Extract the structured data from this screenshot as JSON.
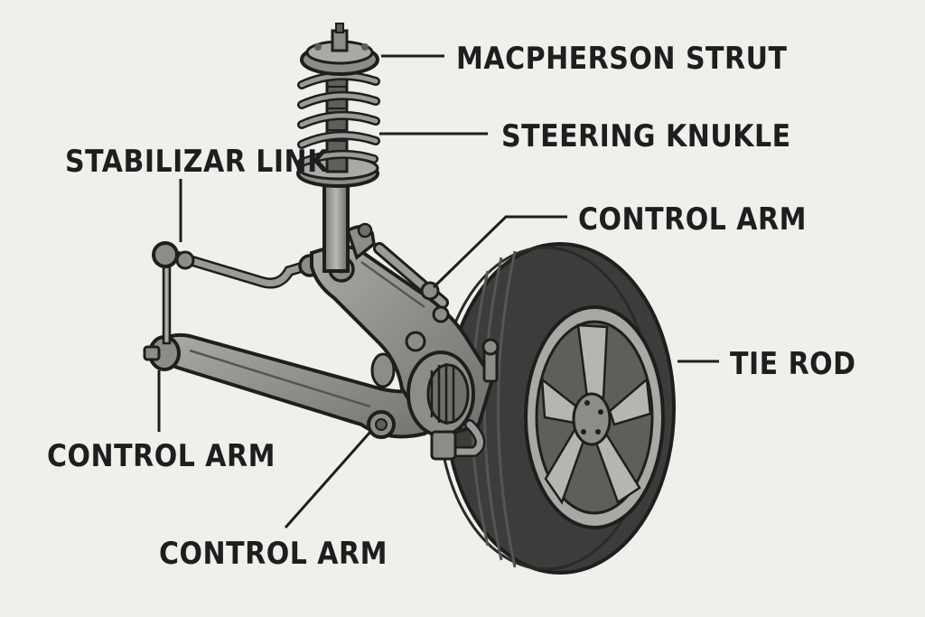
{
  "diagram": {
    "subject": "front suspension assembly",
    "colors": {
      "background": "#efefeb",
      "ink": "#1e1e1e",
      "metal": "#8c8c88",
      "metal_dark": "#5e5e5b",
      "tire": "#3c3c3a",
      "rim": "#a8a8a4"
    },
    "labels": {
      "macpherson_strut": "MACPHERSON STRUT",
      "steering_knuckle": "STEERING KNUKLE",
      "stabilizer_link": "STABILIZAR LINK",
      "control_arm_upper_right": "CONTROL ARM",
      "tie_rod": "TIE ROD",
      "control_arm_left": "CONTROL ARM",
      "control_arm_bottom": "CONTROL ARM"
    }
  }
}
